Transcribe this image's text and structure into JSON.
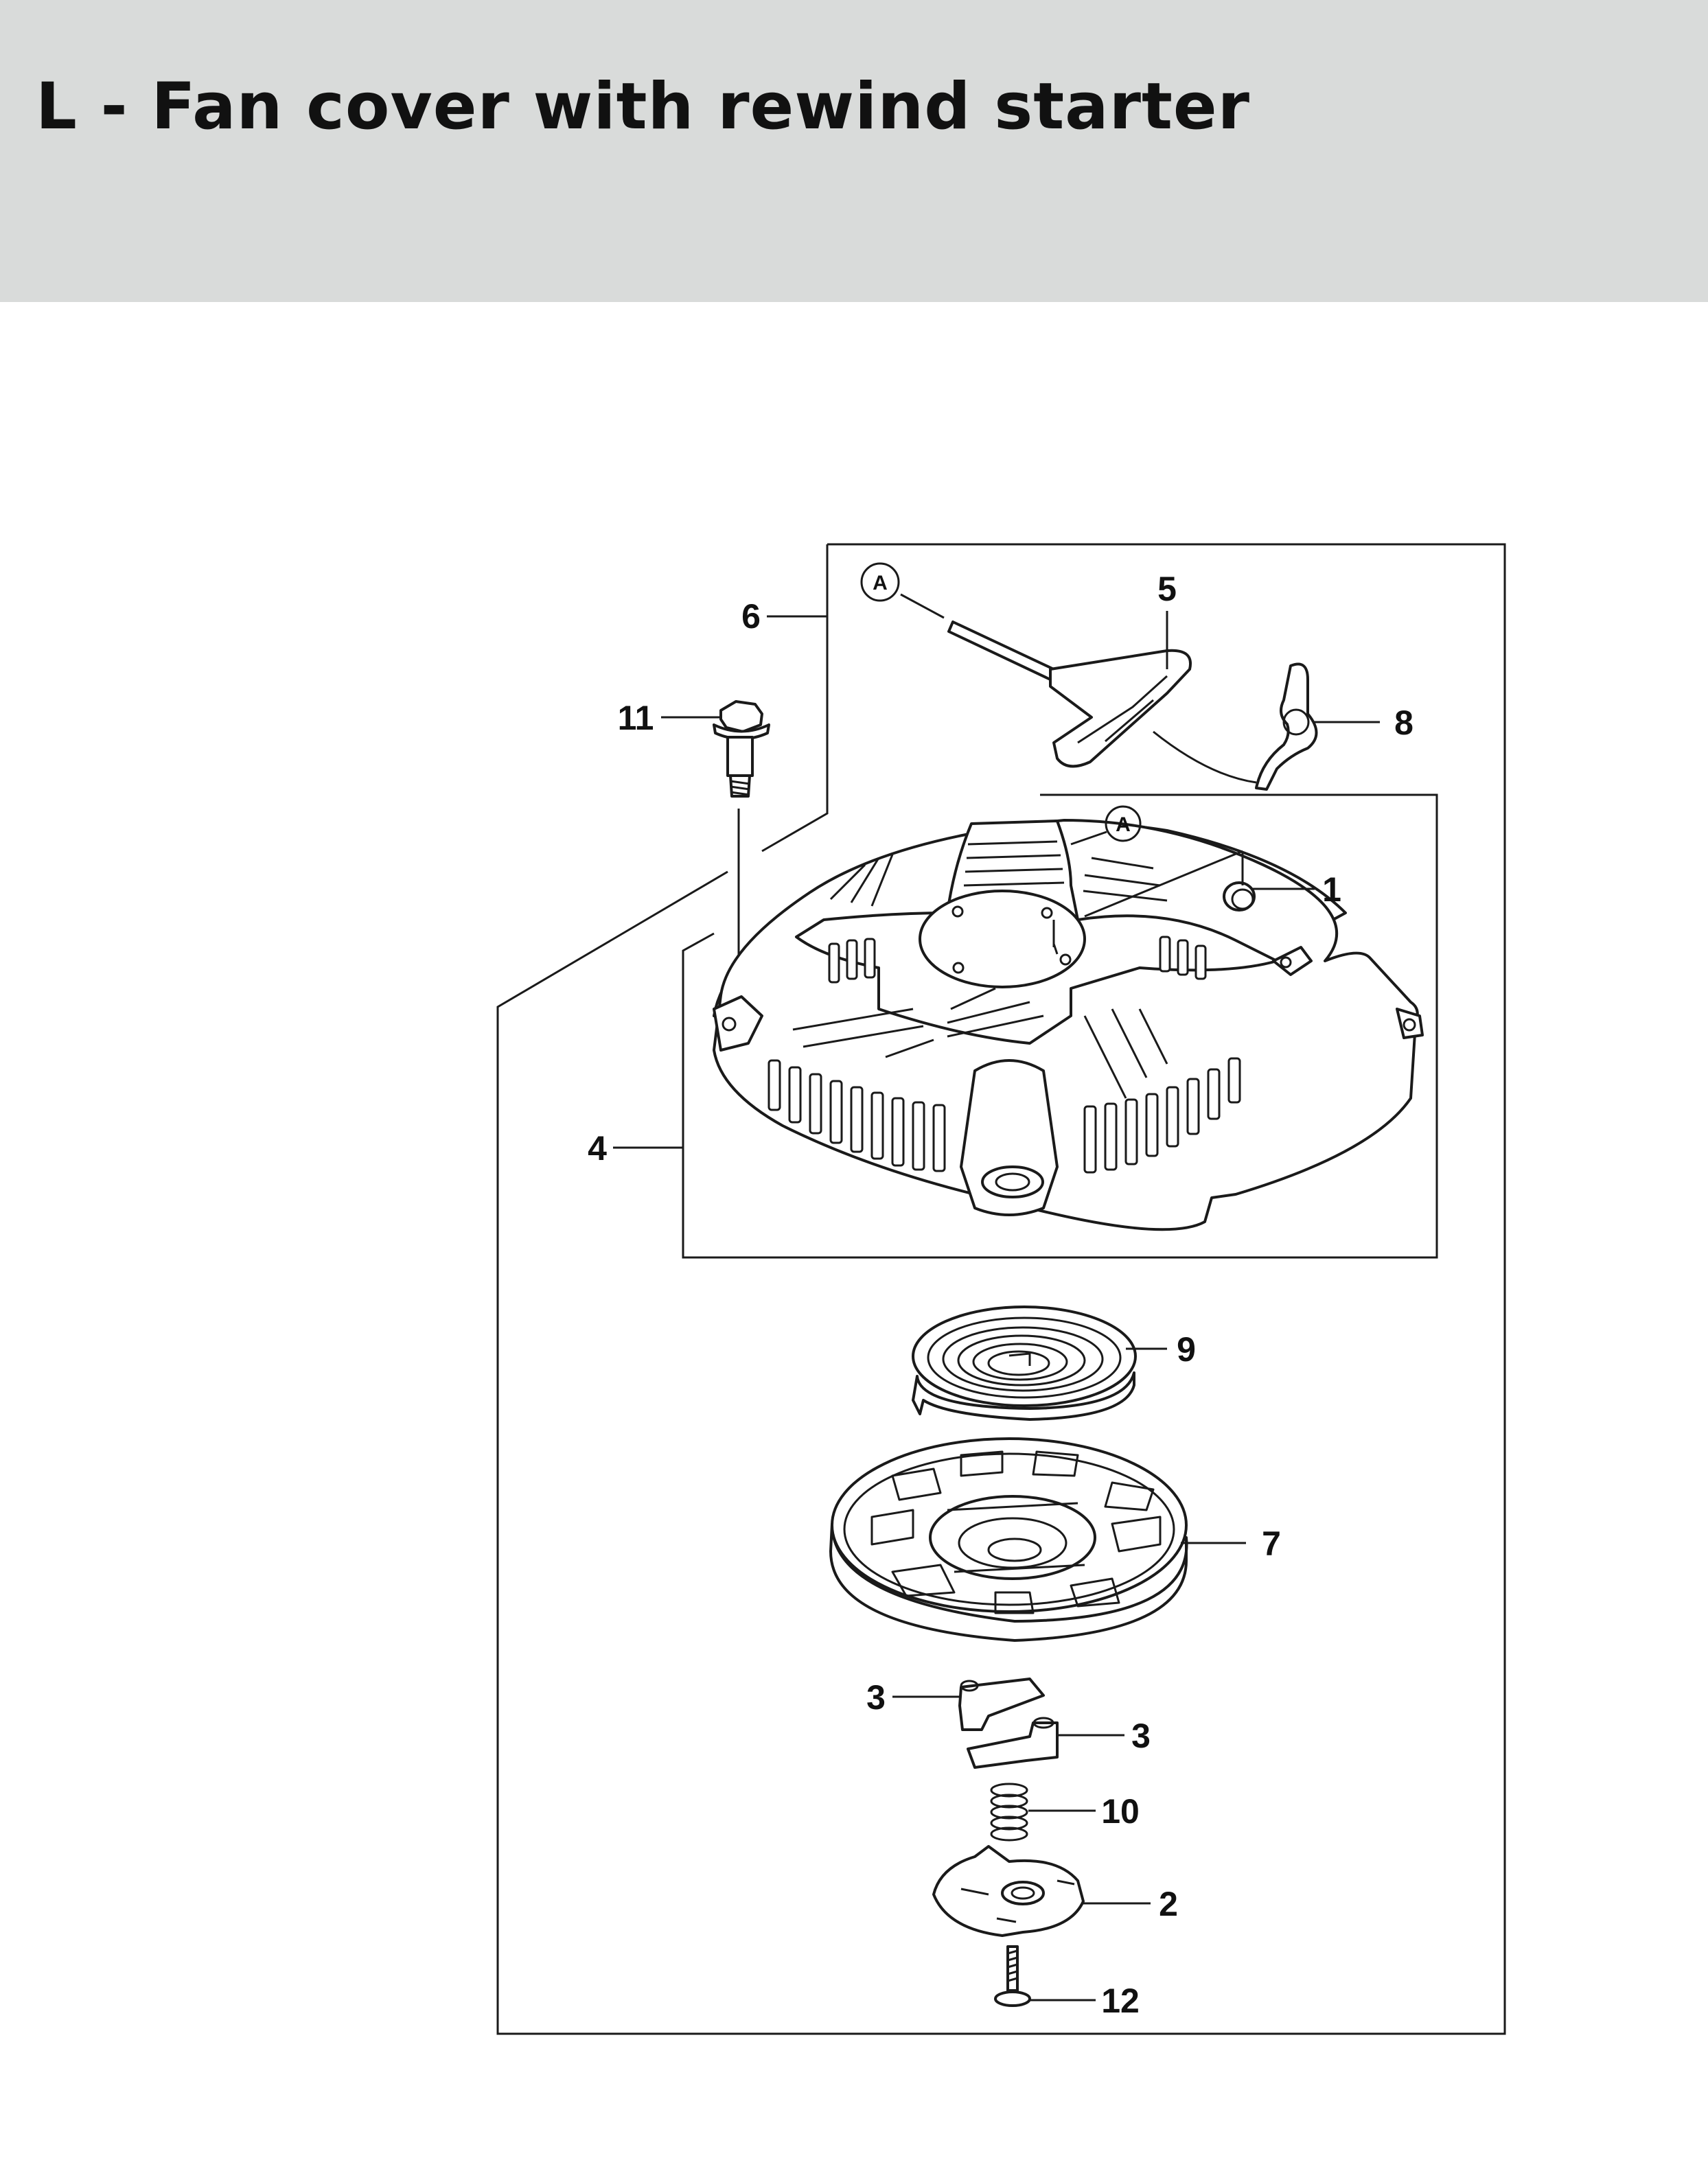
{
  "header": {
    "title": "L - Fan cover with rewind starter",
    "background": "#d9dbda"
  },
  "diagram": {
    "reference_marker": "A",
    "callouts": [
      {
        "id": "c1",
        "label": "1"
      },
      {
        "id": "c2",
        "label": "2"
      },
      {
        "id": "c3a",
        "label": "3"
      },
      {
        "id": "c3b",
        "label": "3"
      },
      {
        "id": "c4",
        "label": "4"
      },
      {
        "id": "c5",
        "label": "5"
      },
      {
        "id": "c6",
        "label": "6"
      },
      {
        "id": "c7",
        "label": "7"
      },
      {
        "id": "c8",
        "label": "8"
      },
      {
        "id": "c9",
        "label": "9"
      },
      {
        "id": "c10",
        "label": "10"
      },
      {
        "id": "c11",
        "label": "11"
      },
      {
        "id": "c12",
        "label": "12"
      }
    ]
  }
}
